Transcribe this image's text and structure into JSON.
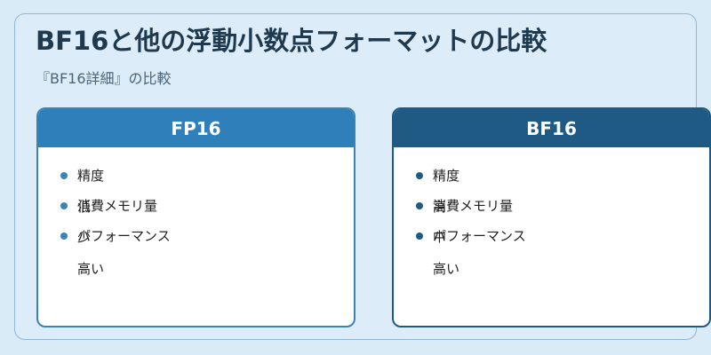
{
  "title": "BF16と他の浮動小数点フォーマットの比較",
  "subtitle": "『BF16詳細』の比較",
  "cards": [
    {
      "header": "FP16",
      "items": [
        "精度",
        "消費メモリ量",
        "パフォーマンス"
      ],
      "values": [
        "低",
        "少",
        "高い"
      ]
    },
    {
      "header": "BF16",
      "items": [
        "精度",
        "消費メモリ量",
        "パフォーマンス"
      ],
      "values": [
        "高",
        "中",
        "高い"
      ]
    }
  ],
  "colors": {
    "fp16_accent": "#2f80ba",
    "bf16_accent": "#1f5a85",
    "background": "#d9ebf7"
  }
}
